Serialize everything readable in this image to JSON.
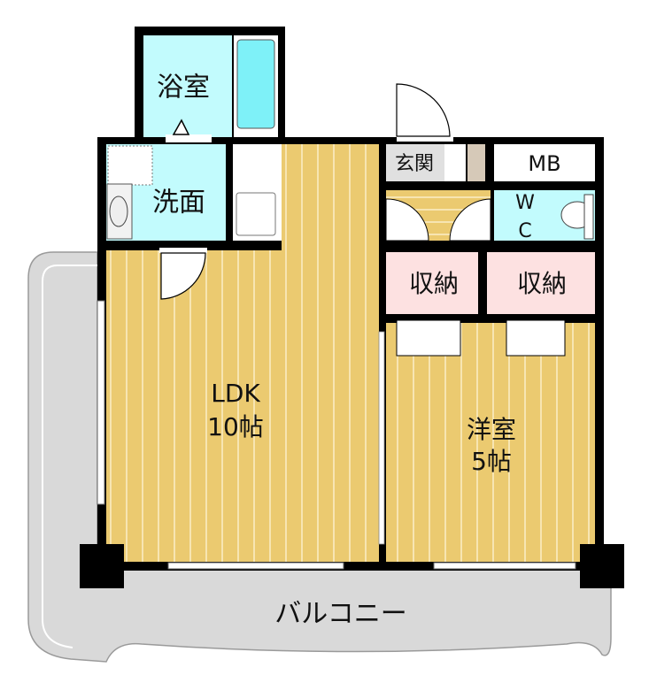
{
  "floorplan": {
    "rooms": {
      "bathroom": "浴室",
      "washroom": "洗面",
      "ldk": "LDK",
      "ldk_size": "10帖",
      "western_room": "洋室",
      "western_size": "5帖",
      "entrance": "玄関",
      "mb": "MB",
      "wc_w": "W",
      "wc_c": "C",
      "storage_1": "収納",
      "storage_2": "収納",
      "balcony": "バルコニー"
    },
    "colors": {
      "wet_area": "#c2fbfd",
      "bathtub": "#7ef1f8",
      "flooring": "#ebca70",
      "storage": "#fde1e1",
      "balcony": "#d9d9d9",
      "entrance": "#e0e0e0",
      "wall": "#000000"
    }
  }
}
